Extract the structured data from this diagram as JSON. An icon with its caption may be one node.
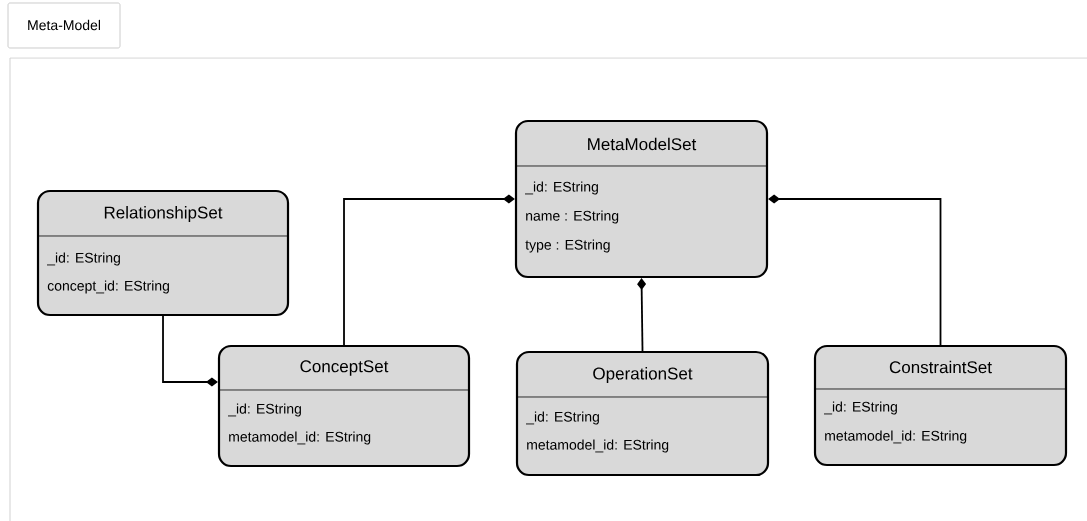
{
  "diagram": {
    "nodes": [
      {
        "text": [
          "Meta-Model"
        ]
      },
      {
        "text": [
          "MetaModelSet",
          "_id: EString",
          "name : EString",
          "type : EString"
        ]
      },
      {
        "text": [
          "RelationshipSet",
          "_id: EString",
          "concept_id: EString"
        ]
      },
      {
        "text": [
          "ConceptSet",
          "_id: EString",
          "metamodel_id: EString"
        ]
      },
      {
        "text": [
          "OperationSet",
          "_id: EString",
          "metamodel_id: EString"
        ]
      },
      {
        "text": [
          "ConstraintSet",
          "_id: EString",
          "metamodel_id: EString"
        ]
      }
    ],
    "edges": [
      {
        "from": 3,
        "to": 1,
        "arrow": "other"
      },
      {
        "from": 4,
        "to": 1,
        "arrow": "other"
      },
      {
        "from": 5,
        "to": 1,
        "arrow": "other"
      },
      {
        "from": 2,
        "to": 3,
        "arrow": "other"
      }
    ]
  }
}
